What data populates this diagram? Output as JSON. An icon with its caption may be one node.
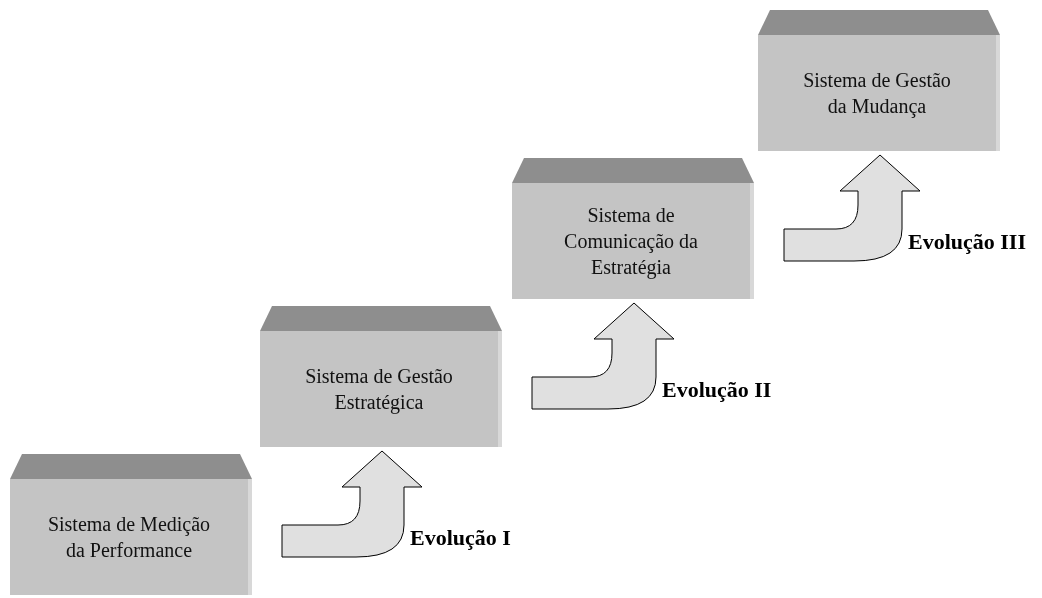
{
  "diagram": {
    "nodes": [
      {
        "text": [
          "Sistema de Medição da Performance"
        ]
      },
      {
        "text": [
          "Sistema de Gestão Estratégica"
        ]
      },
      {
        "text": [
          "Sistema de Comunicação da Estratégia"
        ]
      },
      {
        "text": [
          "Sistema de Gestão da Mudança"
        ]
      }
    ],
    "edges": [
      {
        "from": 0,
        "to": 1,
        "arrow": "to",
        "label": "Evolução I"
      },
      {
        "from": 1,
        "to": 2,
        "arrow": "to",
        "label": "Evolução II"
      },
      {
        "from": 2,
        "to": 3,
        "arrow": "to",
        "label": "Evolução III"
      }
    ]
  }
}
